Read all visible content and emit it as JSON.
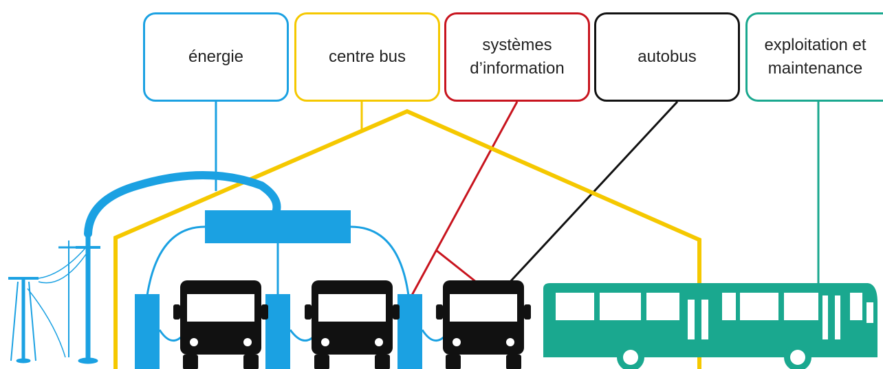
{
  "categories": [
    {
      "id": "energie",
      "label": "énergie",
      "color": "#1ba1e2"
    },
    {
      "id": "centre-bus",
      "label": "centre bus",
      "color": "#f5c800"
    },
    {
      "id": "systemes-information",
      "label": "systèmes\nd’information",
      "color": "#c8141e"
    },
    {
      "id": "autobus",
      "label": "autobus",
      "color": "#111111"
    },
    {
      "id": "exploitation",
      "label": "exploitation et\nmaintenance",
      "color": "#1aa88f"
    }
  ],
  "icons": {
    "power-pylon": "power-pylon-icon",
    "charging-arch": "charging-pantograph-icon",
    "charger": "charger-cabinet-icon",
    "bus-front": "bus-front-icon",
    "bus-side": "articulated-bus-icon",
    "depot": "depot-building-icon"
  }
}
